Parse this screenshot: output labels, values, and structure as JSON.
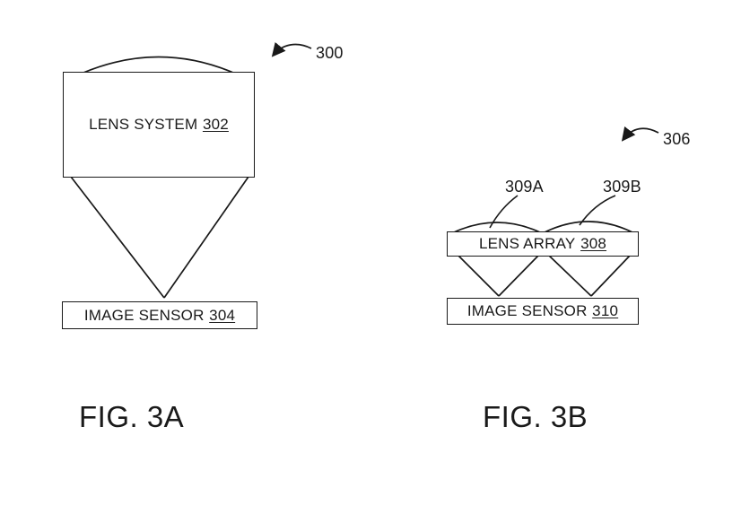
{
  "fig3a": {
    "ref": "300",
    "lens_label": "LENS SYSTEM",
    "lens_num": "302",
    "sensor_label": "IMAGE SENSOR",
    "sensor_num": "304",
    "caption": "FIG. 3A"
  },
  "fig3b": {
    "ref": "306",
    "lenslet_a": "309A",
    "lenslet_b": "309B",
    "array_label": "LENS ARRAY",
    "array_num": "308",
    "sensor_label": "IMAGE SENSOR",
    "sensor_num": "310",
    "caption": "FIG. 3B"
  },
  "style": {
    "line_color": "#191919",
    "background": "#ffffff"
  }
}
